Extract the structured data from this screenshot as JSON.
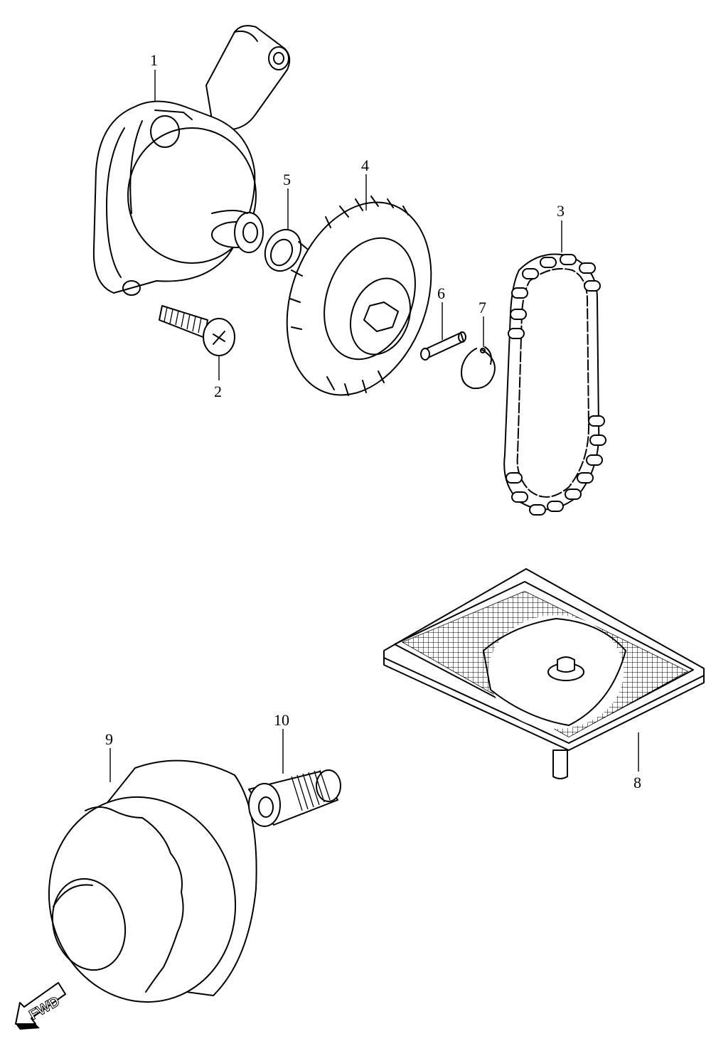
{
  "callouts": {
    "c1": "1",
    "c2": "2",
    "c3": "3",
    "c4": "4",
    "c5": "5",
    "c6": "6",
    "c7": "7",
    "c8": "8",
    "c9": "9",
    "c10": "10"
  },
  "direction_badge": "FWD"
}
